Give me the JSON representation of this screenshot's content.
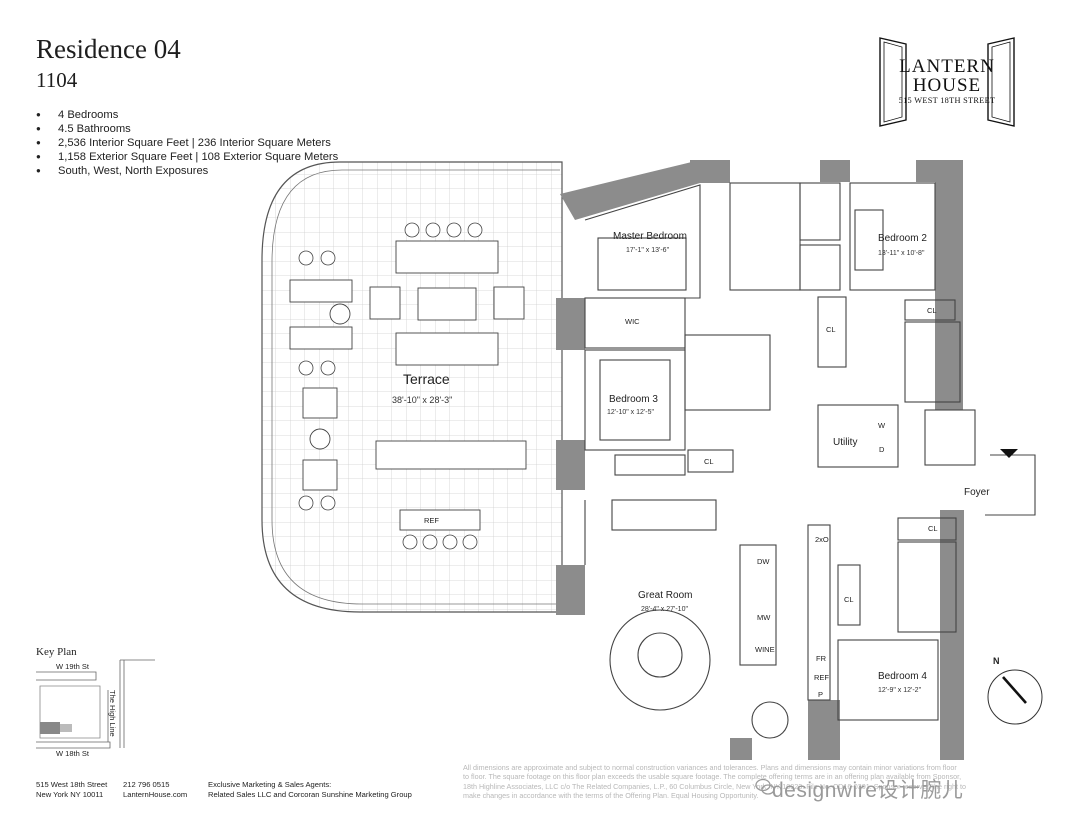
{
  "residence": {
    "title": "Residence 04",
    "unit": "1104"
  },
  "features": [
    "4 Bedrooms",
    "4.5 Bathrooms",
    "2,536 Interior Square Feet | 236 Interior Square Meters",
    "1,158 Exterior Square Feet | 108 Exterior Square Meters",
    "South, West, North Exposures"
  ],
  "brand": {
    "line1": "LANTERN",
    "line2": "HOUSE",
    "address": "515 WEST 18TH STREET"
  },
  "rooms": {
    "terrace": {
      "name": "Terrace",
      "dims": "38'-10\" x 28'-3\""
    },
    "master_bedroom": {
      "name": "Master Bedroom",
      "dims": "17'-1\" x 13'-6\""
    },
    "bedroom2": {
      "name": "Bedroom 2",
      "dims": "13'-11\" x 10'-8\""
    },
    "bedroom3": {
      "name": "Bedroom 3",
      "dims": "12'-10\" x 12'-5\""
    },
    "bedroom4": {
      "name": "Bedroom 4",
      "dims": "12'-9\" x 12'-2\""
    },
    "great_room": {
      "name": "Great Room",
      "dims": "28'-4\" x 27'-10\""
    },
    "utility": "Utility",
    "foyer": "Foyer",
    "wic": "WIC"
  },
  "labels": {
    "cl": "CL",
    "w": "W",
    "d": "D",
    "ref": "REF",
    "dw": "DW",
    "mw": "MW",
    "wine": "WINE",
    "fr": "FR",
    "p": "P",
    "two_x_o": "2xO",
    "north": "N"
  },
  "key_plan": {
    "title": "Key Plan",
    "street_top": "W 19th St",
    "street_bottom": "W 18th St",
    "high_line": "The High Line"
  },
  "footer": {
    "address": [
      "515 West 18th Street",
      "New York NY 10011"
    ],
    "contact": [
      "212 796 0515",
      "LanternHouse.com"
    ],
    "agents": [
      "Exclusive Marketing & Sales Agents:",
      "Related Sales LLC and Corcoran Sunshine Marketing Group"
    ]
  },
  "disclaimer": [
    "All dimensions are approximate and subject to normal construction variances and tolerances. Plans and dimensions may contain minor variations from floor",
    "to floor. The square footage on this floor plan exceeds the usable square footage. The complete offering terms are in an offering plan available from Sponsor,",
    "18th Highline Associates, LLC c/o The Related Companies, L.P., 60 Columbus Circle, New York, NY 10023. File No. CD16-0301. Sponsor reserves the right to",
    "make changes in accordance with the terms of the Offering Plan. Equal Housing Opportunity."
  ],
  "watermark": "designwire设计腕儿",
  "colors": {
    "wall": "#8c8c8c",
    "wall_dark": "#7a7a7a",
    "terrace_grid": "#cfcfcf",
    "line": "#444444",
    "disclaimer": "#b8b8b8"
  }
}
